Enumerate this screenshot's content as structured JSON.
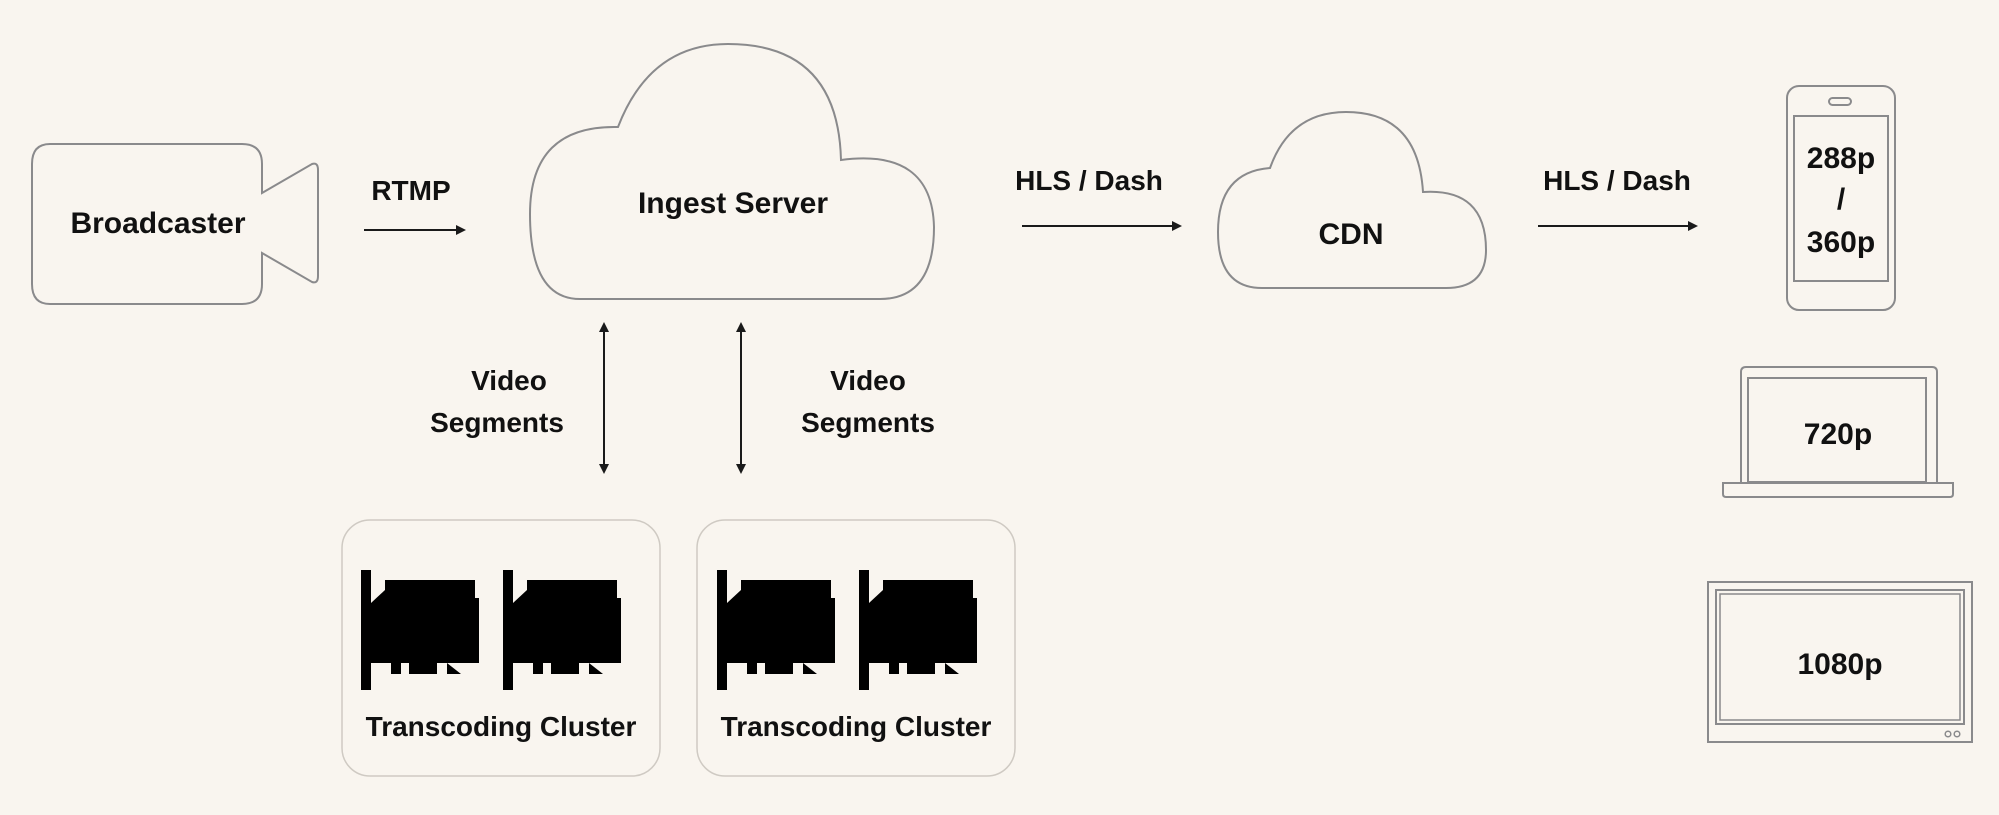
{
  "nodes": {
    "broadcaster": {
      "label": "Broadcaster",
      "icon": "video-camera-icon"
    },
    "ingest": {
      "label": "Ingest Server",
      "icon": "cloud-icon"
    },
    "cdn": {
      "label": "CDN",
      "icon": "cloud-icon"
    },
    "cluster_1": {
      "label": "Transcoding Cluster",
      "icon": "gpu-card-icon",
      "gpu_count": 2
    },
    "cluster_2": {
      "label": "Transcoding Cluster",
      "icon": "gpu-card-icon",
      "gpu_count": 2
    }
  },
  "edges": {
    "rtmp": {
      "label": "RTMP",
      "from": "Broadcaster",
      "to": "Ingest Server"
    },
    "ingest_to_cdn": {
      "label": "HLS / Dash",
      "from": "Ingest Server",
      "to": "CDN"
    },
    "cdn_to_devices": {
      "label": "HLS / Dash",
      "from": "CDN",
      "to": "Devices"
    },
    "segments_1": {
      "line1": "Video",
      "line2": "Segments",
      "direction": "bidirectional"
    },
    "segments_2": {
      "line1": "Video",
      "line2": "Segments",
      "direction": "bidirectional"
    }
  },
  "devices": {
    "phone": {
      "line1": "288p",
      "line2": "/",
      "line3": "360p",
      "icon": "smartphone-icon"
    },
    "laptop": {
      "label": "720p",
      "icon": "laptop-icon"
    },
    "tv": {
      "label": "1080p",
      "icon": "tv-icon"
    }
  },
  "colors": {
    "background": "#f9f5ef",
    "outline": "#8a8a8c",
    "text": "#111111"
  }
}
